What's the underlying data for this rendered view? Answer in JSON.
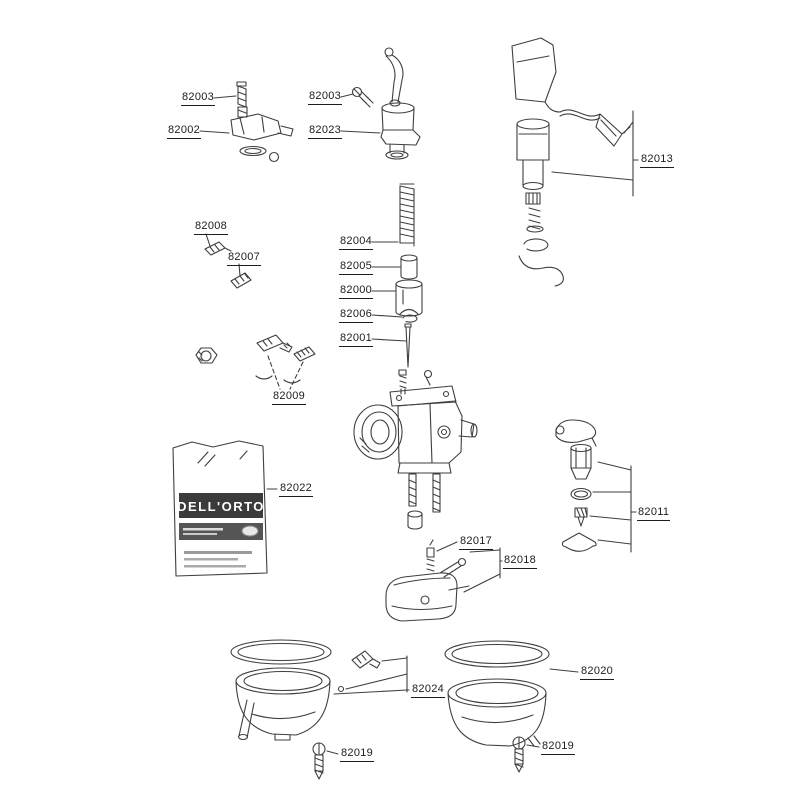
{
  "page": {
    "background": "#ffffff",
    "line_color": "#3f3f3f",
    "label_color": "#1d1d1d",
    "bag_band_color": "#3b3b3b"
  },
  "diagram": {
    "brand": "DELL'ORTO",
    "labels": [
      {
        "id": "top-cover-screw-left",
        "text": "82003"
      },
      {
        "id": "carb-top-cover",
        "text": "82002"
      },
      {
        "id": "top-cover-screw-mid",
        "text": "82003"
      },
      {
        "id": "cable-adjuster-cover",
        "text": "82023"
      },
      {
        "id": "spark-plug-cap-kit",
        "text": "82013"
      },
      {
        "id": "small-pin",
        "text": "82008"
      },
      {
        "id": "small-bush",
        "text": "82007"
      },
      {
        "id": "slide-spring",
        "text": "82004"
      },
      {
        "id": "needle-holder",
        "text": "82005"
      },
      {
        "id": "throttle-slide",
        "text": "82000"
      },
      {
        "id": "needle-clip",
        "text": "82006"
      },
      {
        "id": "jet-needle",
        "text": "82001"
      },
      {
        "id": "jet-set",
        "text": "82009"
      },
      {
        "id": "spares-bag",
        "text": "82022"
      },
      {
        "id": "fuel-valve-kit",
        "text": "82011"
      },
      {
        "id": "needle-valve",
        "text": "82017"
      },
      {
        "id": "float-kit",
        "text": "82018"
      },
      {
        "id": "bowl-gasket-right",
        "text": "82020"
      },
      {
        "id": "float-bowl-kit-left",
        "text": "82024"
      },
      {
        "id": "bowl-screw-left",
        "text": "82019"
      },
      {
        "id": "bowl-screw-right",
        "text": "82019"
      }
    ]
  }
}
